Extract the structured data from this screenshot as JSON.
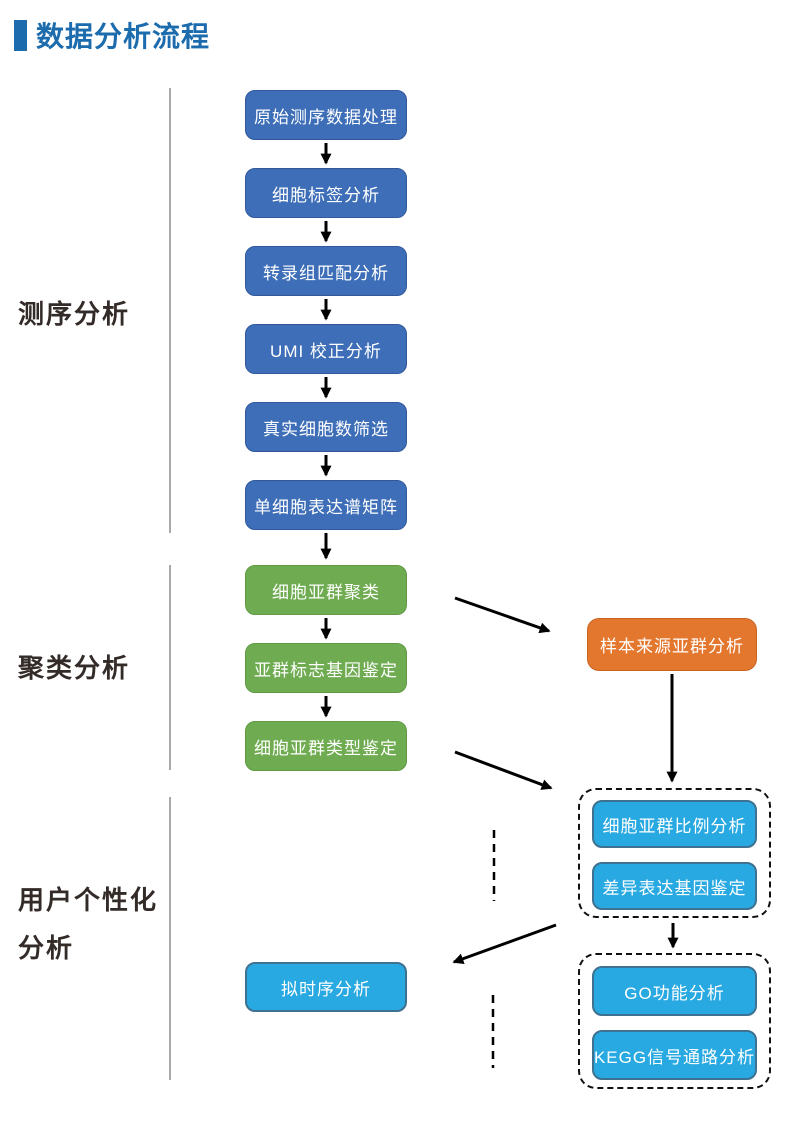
{
  "page": {
    "title": "数据分析流程"
  },
  "sections": [
    {
      "label": "测序分析"
    },
    {
      "label": "聚类分析"
    },
    {
      "lines": [
        "用户个性化",
        "分析"
      ]
    }
  ],
  "flow": {
    "sequencing_steps": [
      {
        "label": "原始测序数据处理"
      },
      {
        "label": "细胞标签分析"
      },
      {
        "label": "转录组匹配分析"
      },
      {
        "label": "UMI 校正分析"
      },
      {
        "label": "真实细胞数筛选"
      },
      {
        "label": "单细胞表达谱矩阵"
      }
    ],
    "clustering_steps": [
      {
        "label": "细胞亚群聚类"
      },
      {
        "label": "亚群标志基因鉴定"
      },
      {
        "label": "细胞亚群类型鉴定"
      }
    ],
    "sample_source_box": {
      "label": "样本来源亚群分析"
    },
    "personalized_group1": [
      {
        "label": "细胞亚群比例分析"
      },
      {
        "label": "差异表达基因鉴定"
      }
    ],
    "pseudotime_box": {
      "label": "拟时序分析"
    },
    "personalized_group2": [
      {
        "label": "GO功能分析"
      },
      {
        "label": "KEGG信号通路分析"
      }
    ]
  },
  "colors": {
    "title_blue": "#1B6BAD",
    "step_blue": "#3D6EB7",
    "cluster_green": "#6FAC51",
    "sample_orange": "#E4772E",
    "personal_cyan": "#29A9E1",
    "label_dark": "#332B28",
    "divider_gray": "#A9A9A9",
    "arrow_black": "#000000"
  }
}
